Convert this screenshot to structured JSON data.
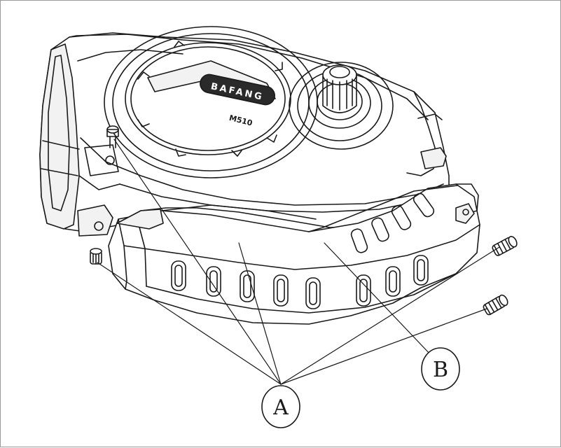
{
  "diagram": {
    "brand_text": "BAFANG",
    "model_text": "M510",
    "callouts": [
      {
        "id": "A",
        "label": "A"
      },
      {
        "id": "B",
        "label": "B"
      }
    ]
  },
  "colors": {
    "line": "#1a1a1a",
    "fill_light": "#f2f2f2",
    "fill_dark": "#2a2a2a",
    "frame_border": "#9a9a9a"
  }
}
